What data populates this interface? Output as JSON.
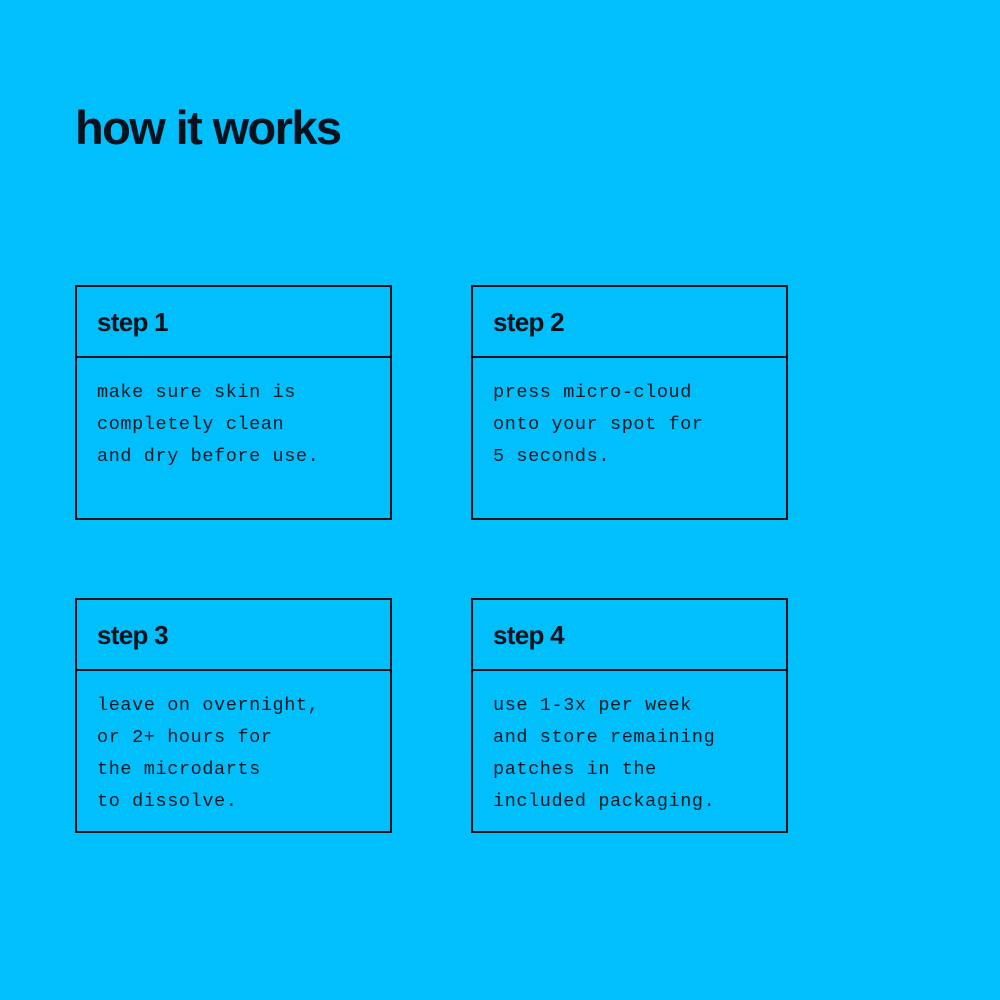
{
  "theme": {
    "background_color": "#00bffb",
    "ink_color": "#07121c",
    "border_color": "#07121c",
    "body_text_color": "#0b1a26"
  },
  "header": {
    "title": "how it works"
  },
  "steps": [
    {
      "label": "step 1",
      "text": "make sure skin is\ncompletely clean\nand dry before use."
    },
    {
      "label": "step 2",
      "text": "press micro-cloud\nonto your spot for\n5 seconds."
    },
    {
      "label": "step 3",
      "text": "leave on overnight,\nor 2+ hours for\nthe microdarts\nto dissolve."
    },
    {
      "label": "step 4",
      "text": "use 1-3x per week\nand store remaining\npatches in the\nincluded packaging."
    }
  ]
}
